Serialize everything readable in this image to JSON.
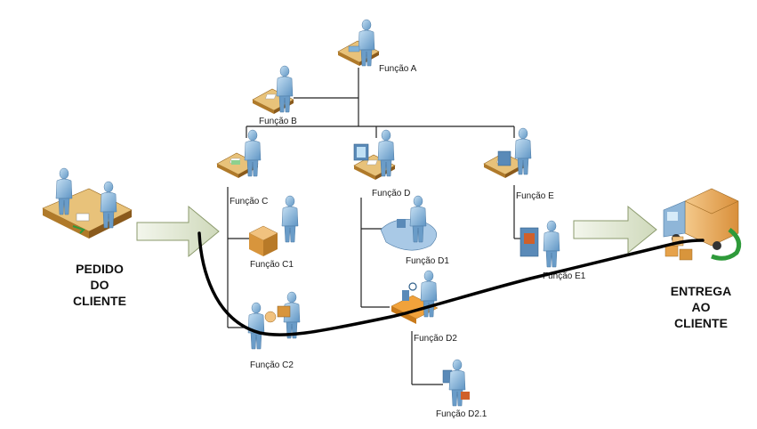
{
  "start": {
    "lines": [
      "PEDIDO",
      "DO",
      "CLIENTE"
    ]
  },
  "end": {
    "lines": [
      "ENTREGA",
      "AO",
      "CLIENTE"
    ]
  },
  "functions": {
    "a": "Função A",
    "b": "Função B",
    "c": "Função C",
    "c1": "Função C1",
    "c2": "Função C2",
    "d": "Função D",
    "d1": "Função D1",
    "d2": "Função D2",
    "d21": "Função D2.1",
    "e": "Função E",
    "e1": "Função E1"
  },
  "icons": {
    "person": "person-icon",
    "desk": "desk-icon",
    "truck": "delivery-truck-icon",
    "box": "box-icon"
  },
  "colors": {
    "skin": "#7fb2d9",
    "desk_top": "#e8c27a",
    "desk_side": "#b07a2a",
    "arrow_fill": "#e4ebd6",
    "arrow_stroke": "#8b9a6c",
    "flow_path": "#000000",
    "green_arrow": "#2e9a3a"
  }
}
